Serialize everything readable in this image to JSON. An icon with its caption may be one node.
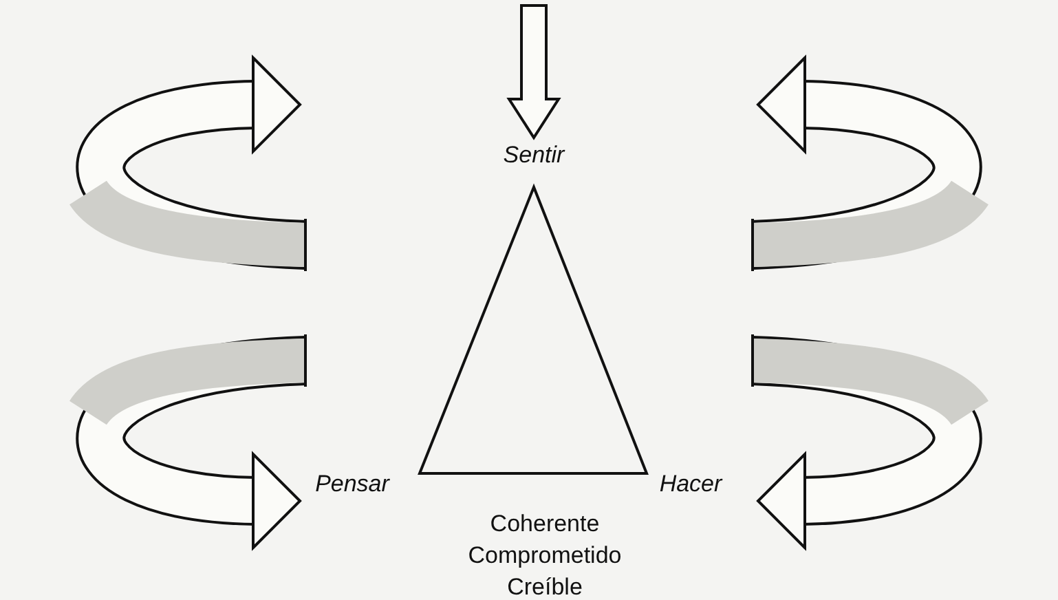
{
  "diagram": {
    "labels": [
      "Sentir",
      "Pensar",
      "Hacer",
      "Coherente",
      "Comprometido",
      "Creíble"
    ]
  }
}
